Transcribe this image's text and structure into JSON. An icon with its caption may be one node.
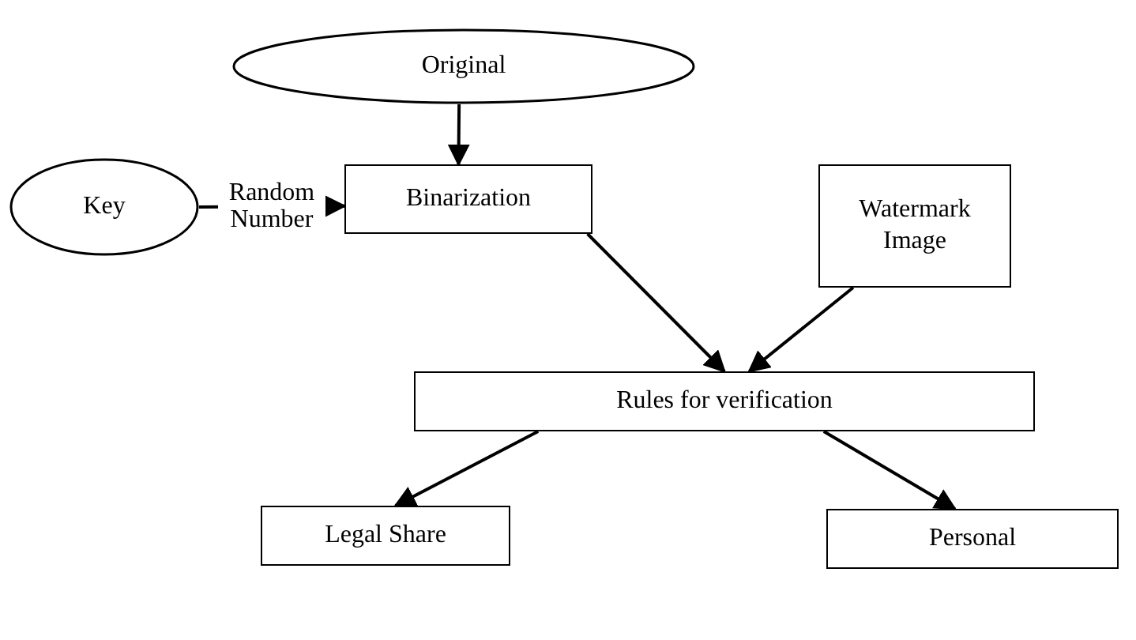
{
  "diagram": {
    "nodes": [
      {
        "text": [
          "Original"
        ]
      },
      {
        "text": [
          "Key"
        ]
      },
      {
        "text": [
          "Binarization"
        ]
      },
      {
        "text": [
          "Watermark Image"
        ]
      },
      {
        "text": [
          "Rules for verification"
        ]
      },
      {
        "text": [
          "Legal Share"
        ]
      },
      {
        "text": [
          "Personal"
        ]
      }
    ],
    "edges": [
      {
        "from": 0,
        "to": 2,
        "arrow": "to"
      },
      {
        "from": 1,
        "to": 2,
        "arrow": "to",
        "label": "Random Number"
      },
      {
        "from": 2,
        "to": 4,
        "arrow": "to"
      },
      {
        "from": 3,
        "to": 4,
        "arrow": "to"
      },
      {
        "from": 4,
        "to": 5,
        "arrow": "to"
      },
      {
        "from": 4,
        "to": 6,
        "arrow": "to"
      }
    ]
  }
}
